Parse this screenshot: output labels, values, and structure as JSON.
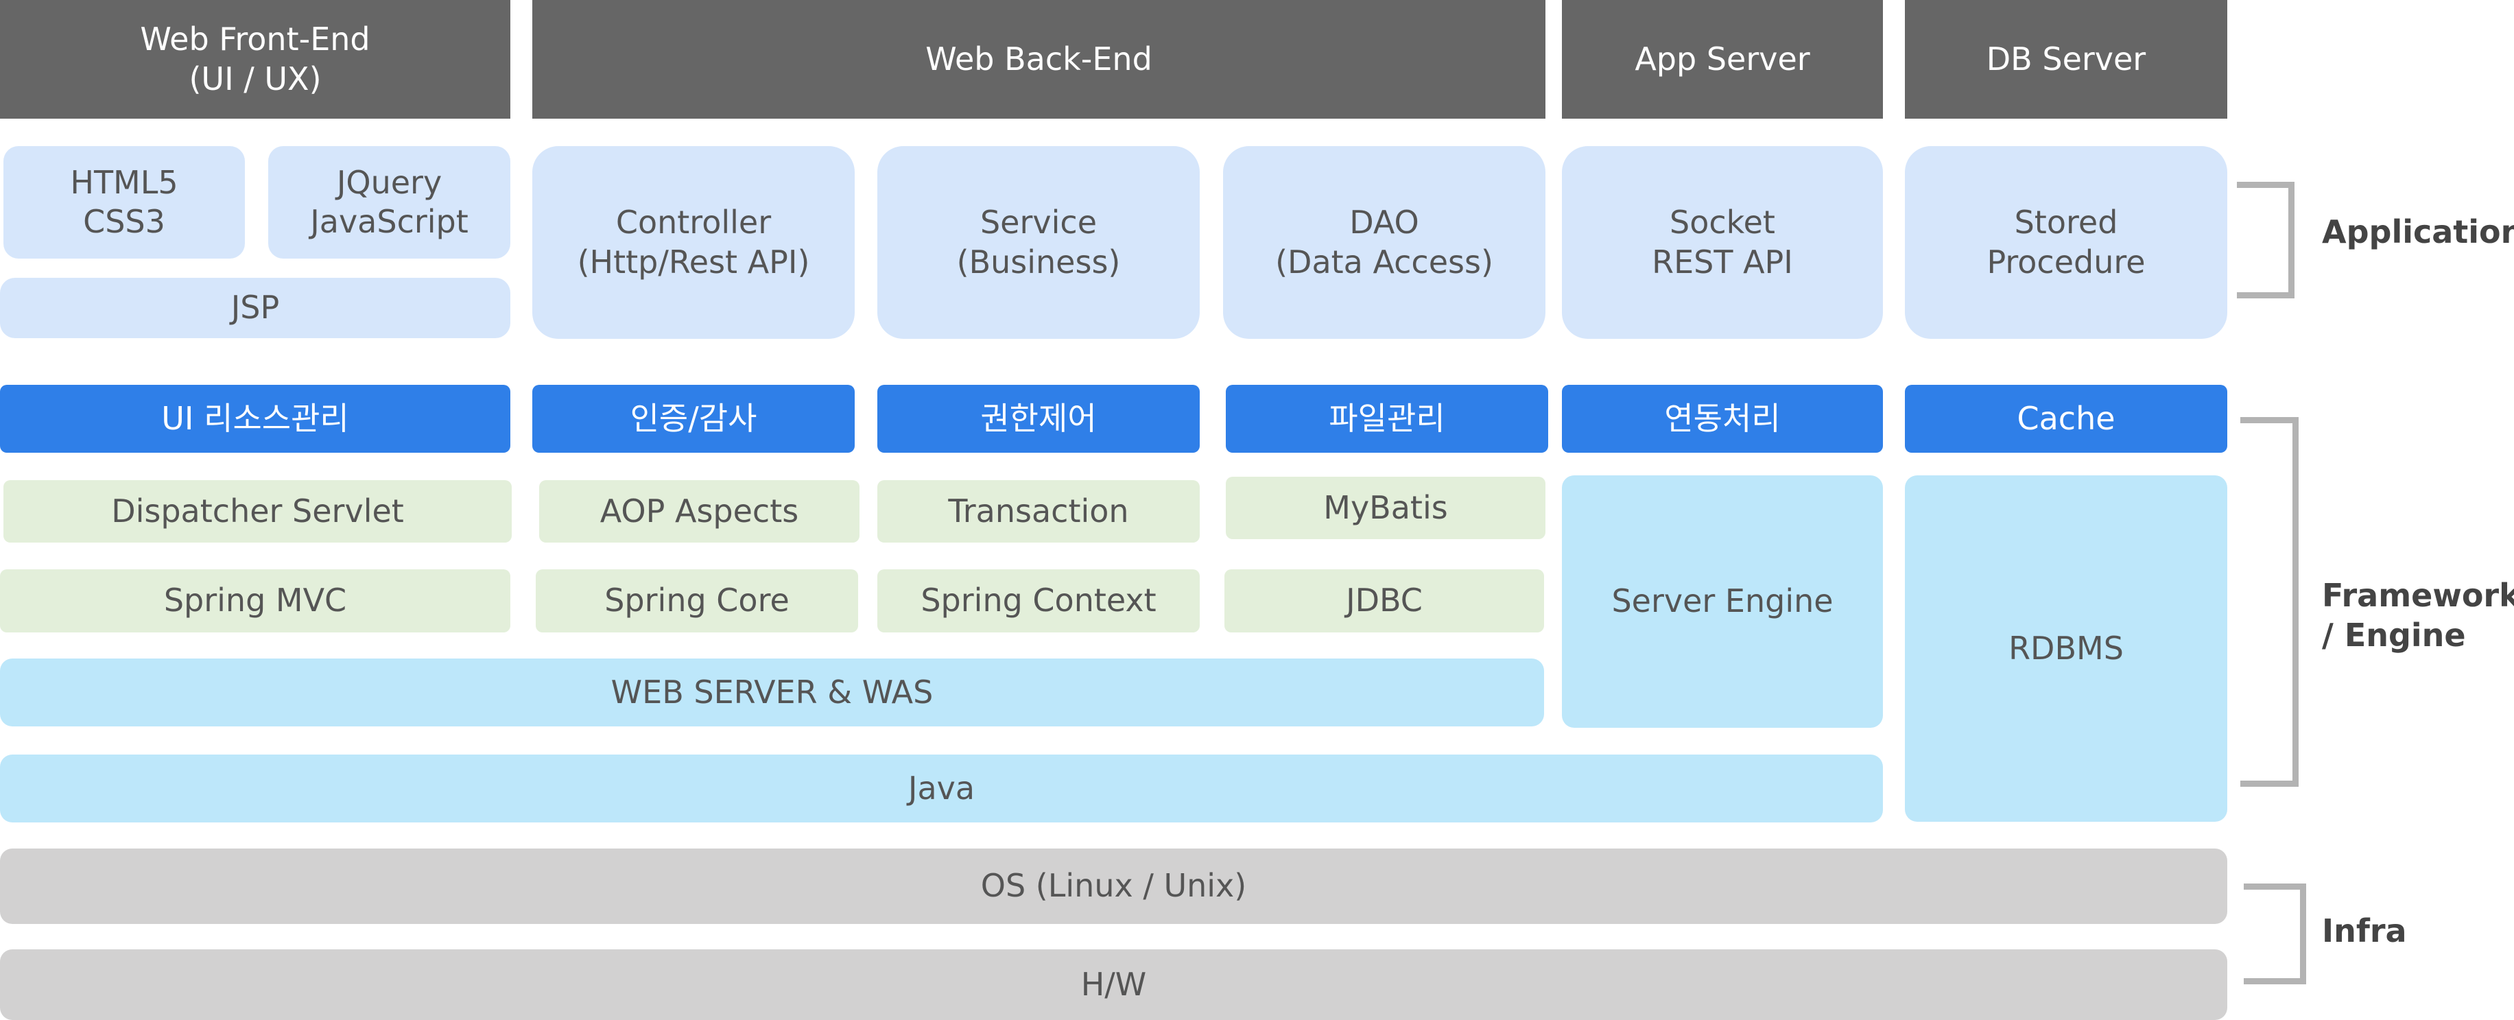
{
  "headers": {
    "frontend": "Web Front-End\n(UI / UX)",
    "backend": "Web Back-End",
    "app_server": "App Server",
    "db_server": "DB Server"
  },
  "application": {
    "html5": "HTML5\nCSS3",
    "jquery": "JQuery\nJavaScript",
    "jsp": "JSP",
    "controller": "Controller\n(Http/Rest API)",
    "service": "Service\n(Business)",
    "dao": "DAO\n(Data Access)",
    "socket": "Socket\nREST API",
    "stored_procedure": "Stored\nProcedure"
  },
  "features": {
    "ui_resource": "UI 리소스관리",
    "auth_audit": "인증/감사",
    "permission": "권한제어",
    "file_mgmt": "파일관리",
    "integration": "연동처리",
    "cache": "Cache"
  },
  "framework": {
    "dispatcher_servlet": "Dispatcher Servlet",
    "aop_aspects": "AOP Aspects",
    "transaction": "Transaction",
    "mybatis": "MyBatis",
    "spring_mvc": "Spring MVC",
    "spring_core": "Spring Core",
    "spring_context": "Spring Context",
    "jdbc": "JDBC",
    "server_engine": "Server Engine",
    "rdbms": "RDBMS",
    "web_server_was": "WEB SERVER & WAS",
    "java": "Java"
  },
  "infra": {
    "os": "OS (Linux / Unix)",
    "hw": "H/W"
  },
  "layers": {
    "application": "Application",
    "framework": "Framework\n/ Engine",
    "infra": "Infra"
  },
  "colors": {
    "header": "#666666",
    "application": "#d6e6fb",
    "feature": "#2f7fe8",
    "framework_green": "#e3efda",
    "engine_cyan": "#bde7fa",
    "infra_gray": "#d2d1d1",
    "bracket": "#b3b3b3"
  }
}
